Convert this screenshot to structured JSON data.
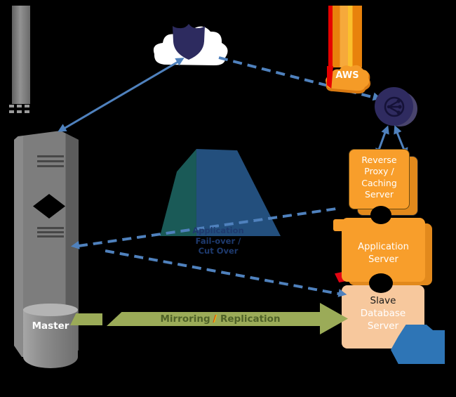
{
  "aws": {
    "badge_label": "AWS"
  },
  "proxy": {
    "lines": [
      "Reverse",
      "Proxy /",
      "Caching",
      "Server"
    ]
  },
  "app_server": {
    "lines": [
      "Application",
      "Server"
    ]
  },
  "slave_db": {
    "line1": "Slave",
    "line2": "Database",
    "line3": "Server"
  },
  "master_db": {
    "label": "Master"
  },
  "cutover_label": {
    "lines": [
      "Application",
      "Fail-over /",
      "Cut Over"
    ]
  },
  "replication_label": {
    "left": "Mirroring",
    "slash": "/",
    "right": "Replication"
  },
  "colors": {
    "arrow_blue": "#4f81bd",
    "orange_box": "#f89e2b",
    "orange_shadow": "#e2891c",
    "peach_box": "#f7c89d",
    "green_arrow": "#9bab58",
    "green_text": "#4f6228",
    "navy_icon": "#2f2b60",
    "wedge_teal": "#1a5a57",
    "wedge_navy": "#234f7d",
    "steel_blue": "#2e75b6",
    "gray_server": "#7d7d7d",
    "red_stripe": "#e50000"
  }
}
